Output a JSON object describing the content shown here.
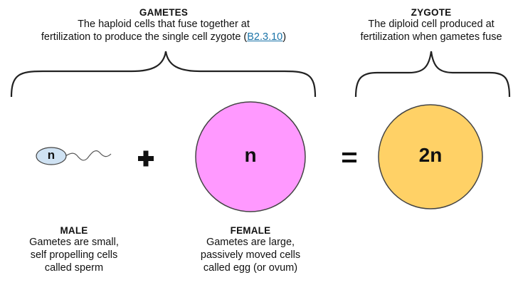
{
  "gametes": {
    "title": "GAMETES",
    "desc_line1": "The haploid cells that fuse together at",
    "desc_line2_prefix": "fertilization to produce the single cell zygote (",
    "ref_link": "B2.3.10",
    "desc_line2_suffix": ")"
  },
  "zygote": {
    "title": "ZYGOTE",
    "desc_line1": "The diploid cell produced at",
    "desc_line2": "fertilization when gametes fuse",
    "cell_label": "2n"
  },
  "operators": {
    "plus": "+",
    "equals": "="
  },
  "male": {
    "title": "MALE",
    "desc_line1": "Gametes are small,",
    "desc_line2": "self propelling cells",
    "desc_line3": "called sperm",
    "cell_label": "n"
  },
  "female": {
    "title": "FEMALE",
    "desc_line1": "Gametes are large,",
    "desc_line2": "passively moved cells",
    "desc_line3": "called egg (or ovum)",
    "cell_label": "n"
  },
  "colors": {
    "sperm_head": "#cfe2f3",
    "egg": "#ff99ff",
    "zygote": "#ffd166",
    "link": "#1a73a8"
  }
}
